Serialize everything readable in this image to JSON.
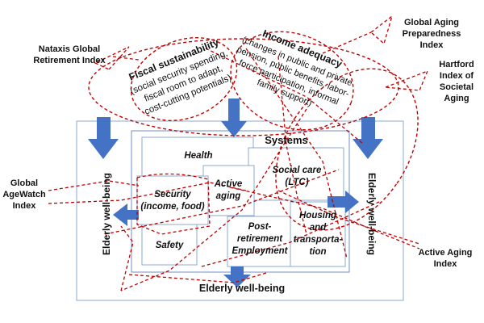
{
  "colors": {
    "arrow_blue": "#4472c4",
    "box_blue": "#8ea9d0",
    "dashed_red": "#c00000",
    "text": "#111111"
  },
  "indices": {
    "natixis": [
      "Nataxis Global",
      "Retirement Index"
    ],
    "aging_preparedness": [
      "Global Aging",
      "Preparedness",
      "Index"
    ],
    "hartford": [
      "Hartford",
      "Index of",
      "Societal",
      "Aging"
    ],
    "agewatch": [
      "Global",
      "AgeWatch",
      "Index"
    ],
    "active_aging": [
      "Active Aging",
      "Index"
    ]
  },
  "fiscal": {
    "title": "Fiscal sustainability",
    "lines": [
      "(social security spending,",
      "fiscal room to adapt,",
      "cost-cutting potentials)"
    ]
  },
  "income": {
    "title": "Income adequacy",
    "lines": [
      "(changes in public and private",
      "pension, public benefits, labor-",
      "force participation, informal",
      "family support)"
    ]
  },
  "systems": {
    "title": "Systems",
    "health": "Health",
    "active_aging": [
      "Active",
      "aging"
    ],
    "social_care": [
      "Social care",
      "(LTC)"
    ],
    "security": [
      "Security",
      "(income, food)"
    ],
    "safety": "Safety",
    "post_retirement": [
      "Post-",
      "retirement",
      "Employment"
    ],
    "housing": [
      "Housing",
      "and",
      "transporta-",
      "tion"
    ]
  },
  "wellbeing": {
    "left": "Elderly well-being",
    "right": "Elderly well-being",
    "bottom": "Elderly well-being"
  }
}
